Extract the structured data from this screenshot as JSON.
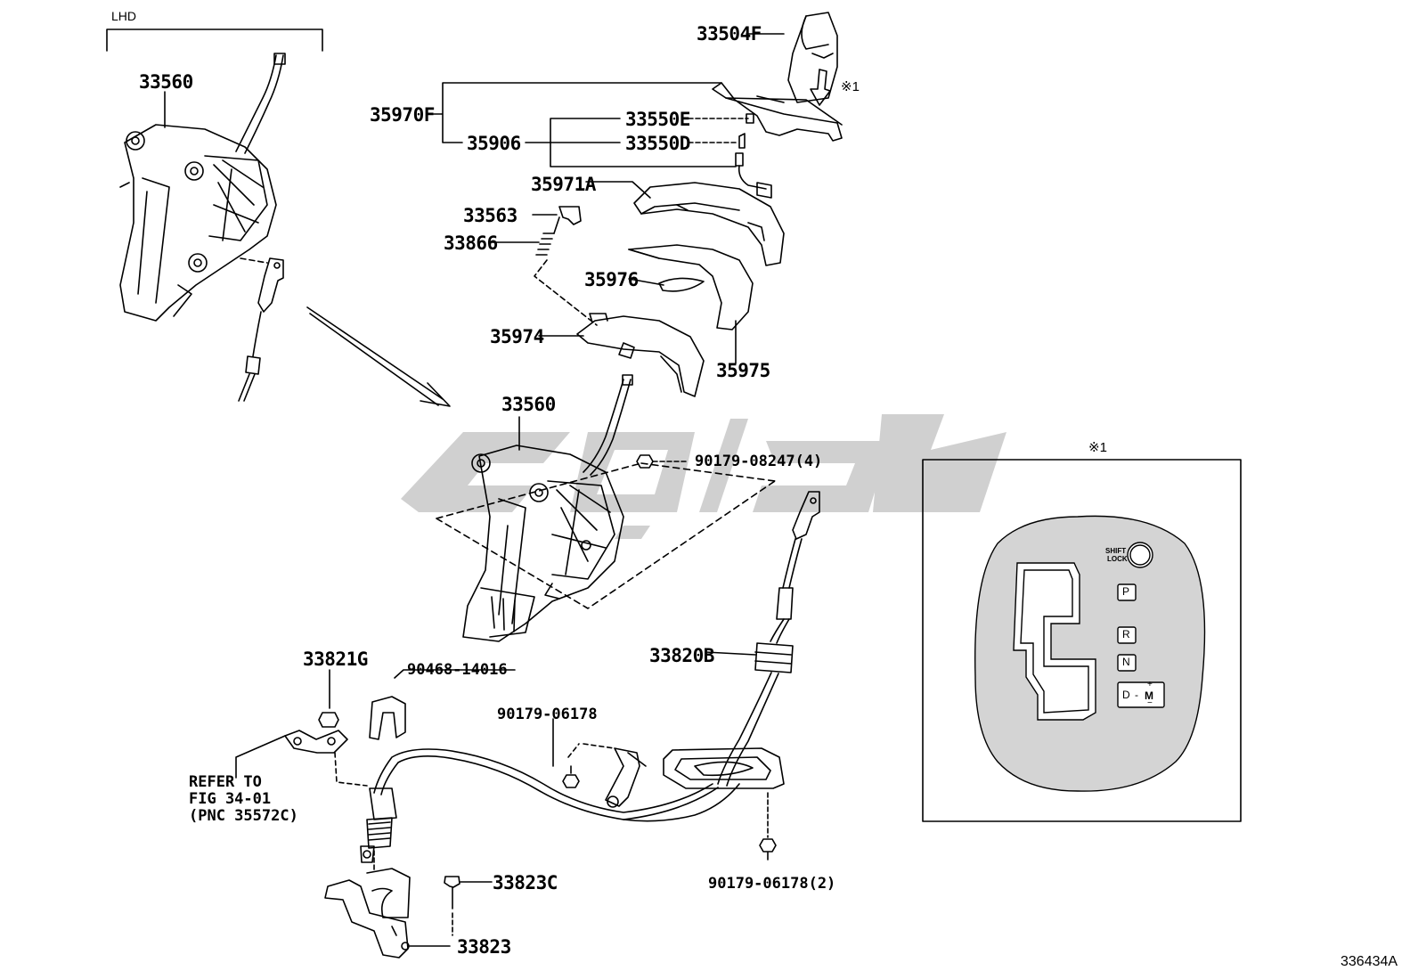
{
  "labels": {
    "lhd": "LHD",
    "p33504f": "33504F",
    "note_mark_top": "※1",
    "p35970f": "35970F",
    "p33550e": "33550E",
    "p35906": "35906",
    "p33550d": "33550D",
    "p35971a": "35971A",
    "p33563": "33563",
    "p33866": "33866",
    "p35976": "35976",
    "p35974": "35974",
    "p35975": "35975",
    "p33560_top": "33560",
    "p33560_mid": "33560",
    "p90179_08247": "90179-08247(4)",
    "p33820b": "33820B",
    "p33821g": "33821G",
    "p90468_14016": "90468-14016",
    "p90179_06178": "90179-06178",
    "p90179_06178_2": "90179-06178(2)",
    "refer_1": "REFER TO",
    "refer_2": "FIG 34-01",
    "refer_3": "(PNC 35572C)",
    "p33823c": "33823C",
    "p33823": "33823",
    "note_mark_box": "※1",
    "figure_id": "336434A"
  },
  "gate": {
    "shift_lock_1": "SHIFT",
    "shift_lock_2": "LOCK",
    "p": "P",
    "r": "R",
    "n": "N",
    "d": "D",
    "dash": "-",
    "m": "M",
    "plus": "+",
    "minus": "−"
  },
  "colors": {
    "ink": "#000000",
    "watermark": "#c8c8c8",
    "panel_fill": "#d4d4d4"
  }
}
